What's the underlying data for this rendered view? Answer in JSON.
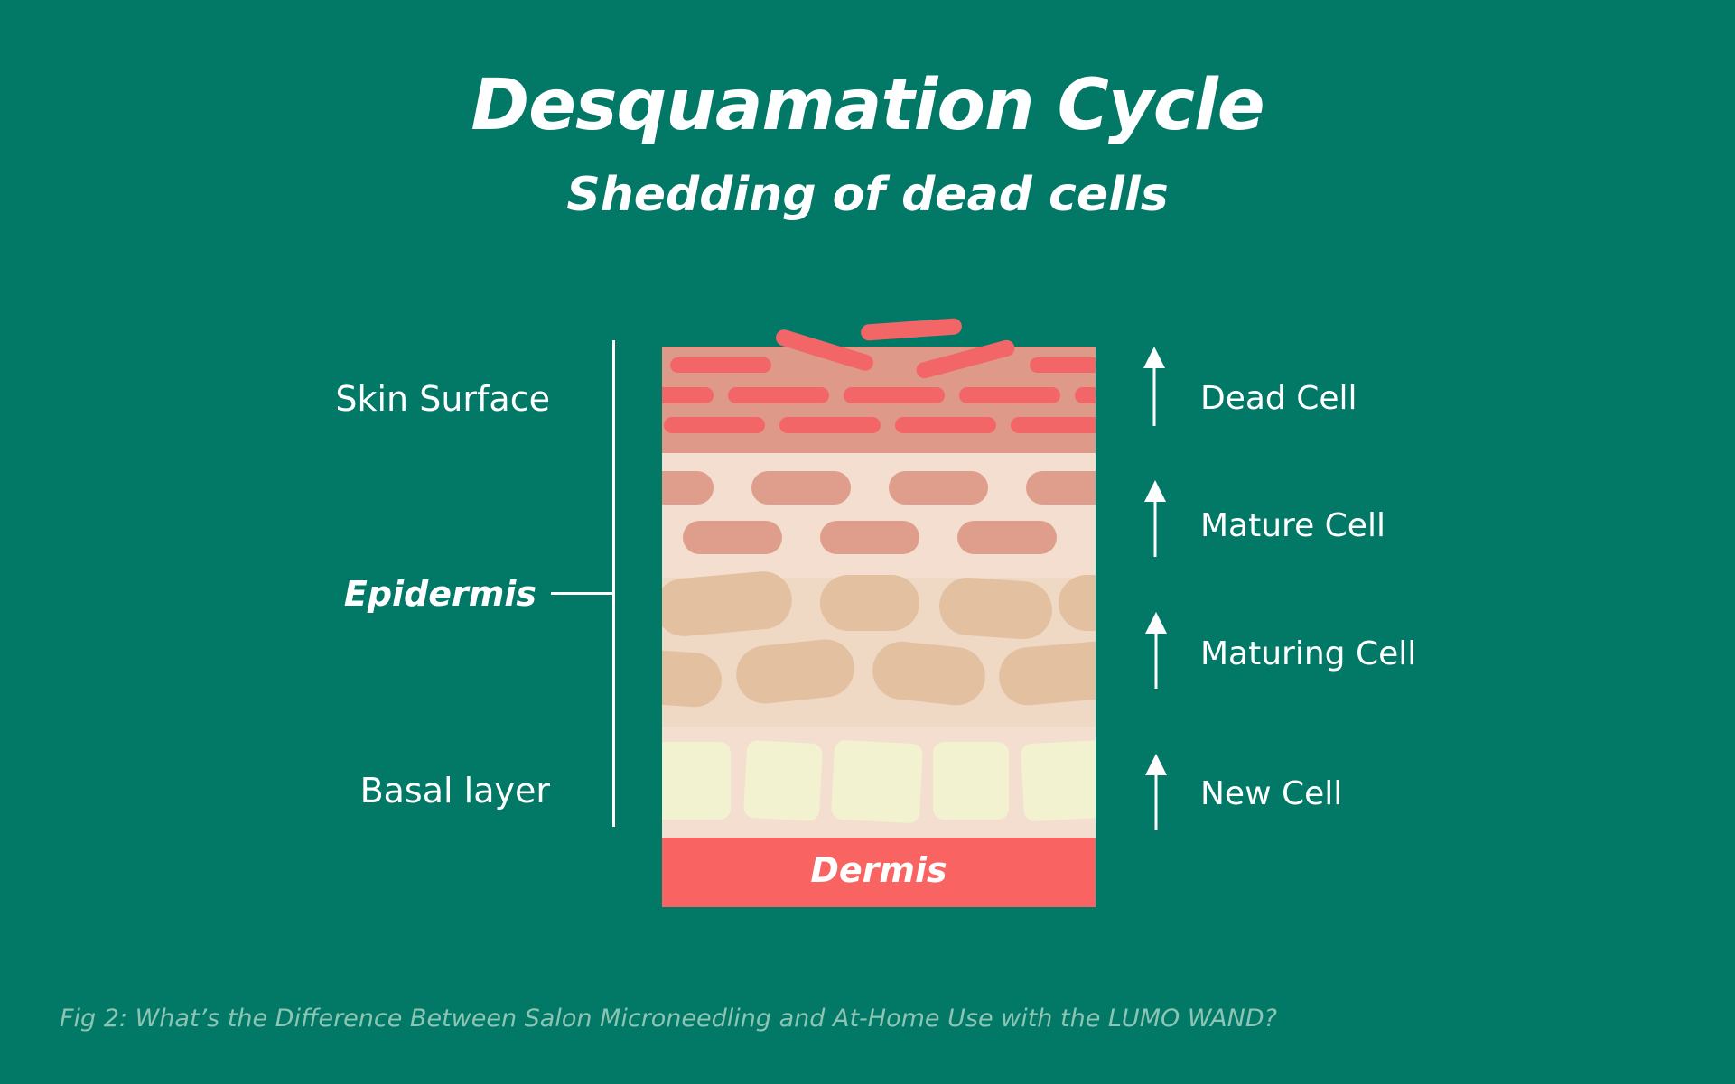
{
  "title": "Desquamation Cycle",
  "subtitle": "Shedding of dead cells",
  "left_labels": {
    "skin_surface": "Skin Surface",
    "epidermis": "Epidermis",
    "basal_layer": "Basal layer"
  },
  "dermis_label": "Dermis",
  "right_labels": {
    "dead_cell": "Dead Cell",
    "mature_cell": "Mature Cell",
    "maturing_cell": "Maturing Cell",
    "new_cell": "New Cell"
  },
  "caption": "Fig 2: What’s the Difference Between Salon Microneedling and At-Home Use with the LUMO WAND?",
  "colors": {
    "background": "#027867",
    "dead_cell": "#f26668",
    "surface_layer": "#de9988",
    "mature_cell": "#df9d8c",
    "maturing_cell": "#e2c0a0",
    "new_cell": "#f2f1d0",
    "layer_bg": "#f3decf",
    "dermis": "#f96463",
    "caption": "#8dc4b3"
  }
}
